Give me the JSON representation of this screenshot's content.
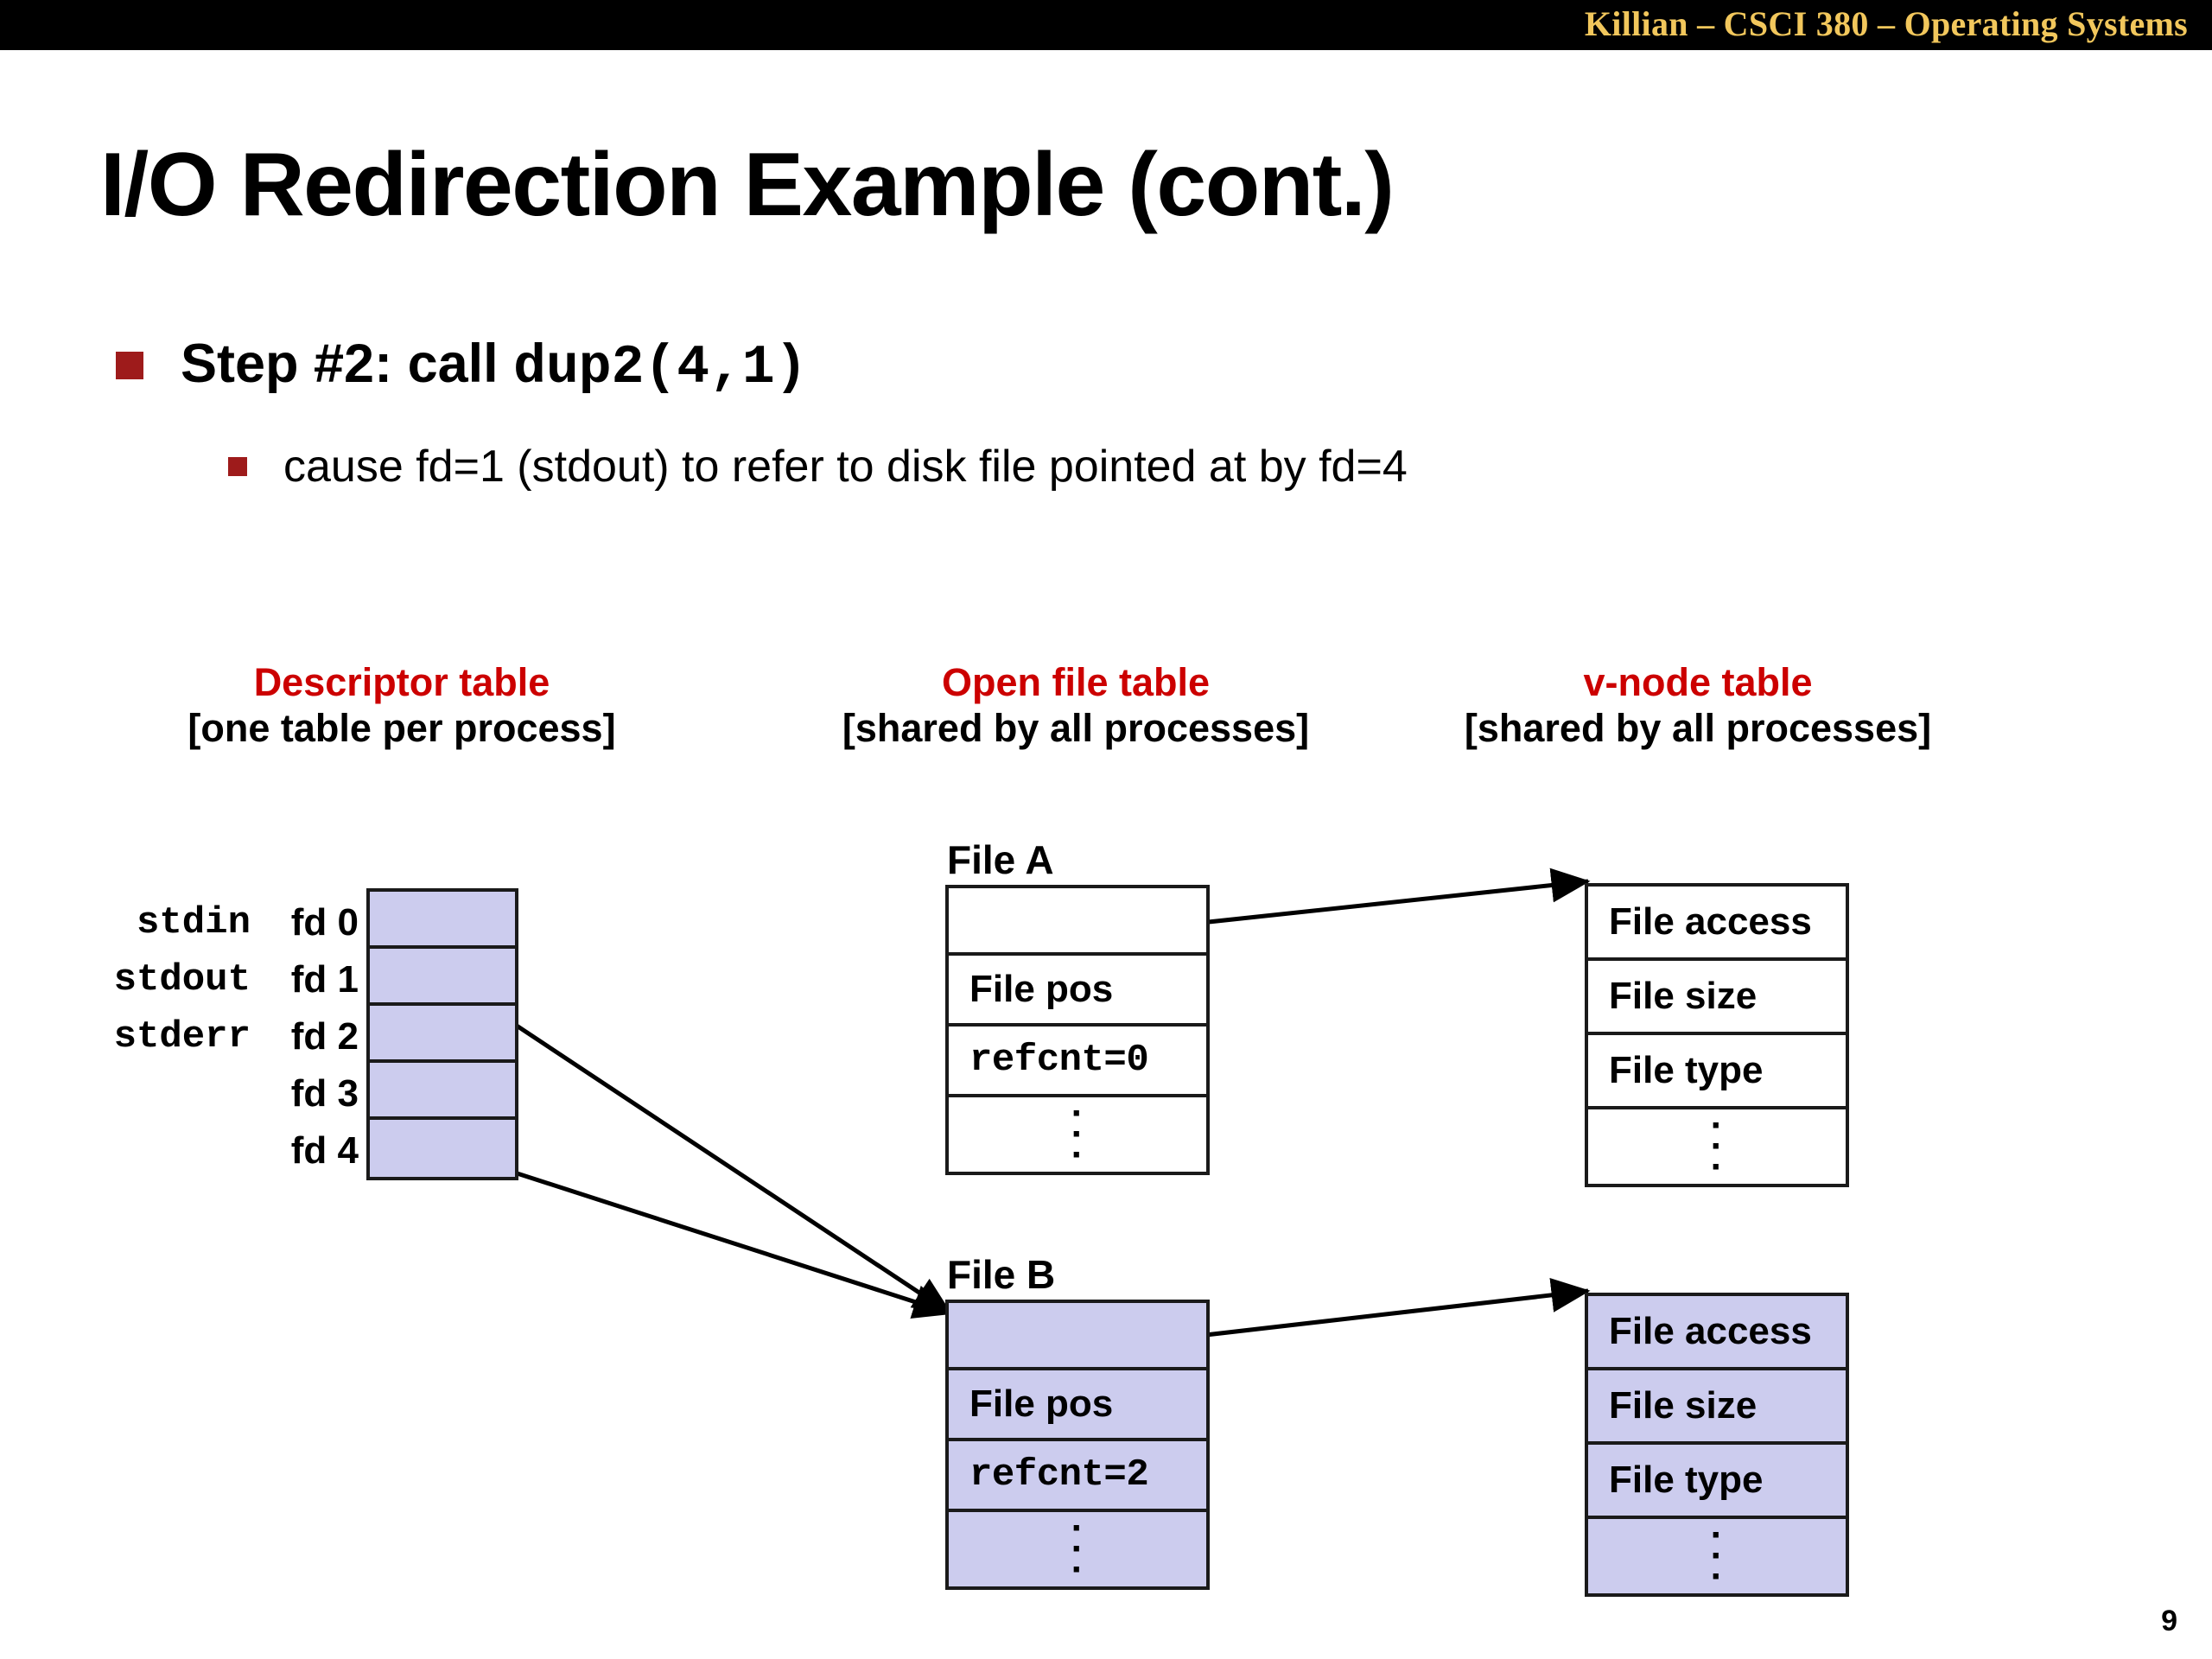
{
  "header": {
    "course_line": "Killian – CSCI 380 – Operating Systems",
    "banner_color": "#000000",
    "text_color": "#f2c75c"
  },
  "title": "I/O Redirection Example (cont.)",
  "bullets": {
    "level1": {
      "prefix": "Step #2: call ",
      "code": "dup2(4,1)",
      "bullet_color": "#9e1b1b"
    },
    "level2": {
      "text": "cause fd=1 (stdout) to refer to disk file pointed at by fd=4",
      "bullet_color": "#9e1b1b"
    }
  },
  "columns": [
    {
      "id": "descriptor",
      "title": "Descriptor table",
      "subtitle": "[one table per process]",
      "title_color": "#cc0000"
    },
    {
      "id": "openfile",
      "title": "Open file table",
      "subtitle": "[shared by all processes]",
      "title_color": "#cc0000"
    },
    {
      "id": "vnode",
      "title": "v-node table",
      "subtitle": "[shared by all processes]",
      "title_color": "#cc0000"
    }
  ],
  "descriptor_table": {
    "fill_color": "#ccccee",
    "stream_labels": [
      "stdin",
      "stdout",
      "stderr",
      "",
      ""
    ],
    "fd_labels": [
      "fd 0",
      "fd 1",
      "fd 2",
      "fd 3",
      "fd 4"
    ],
    "cells": [
      "",
      "",
      "",
      "",
      ""
    ]
  },
  "open_file_tables": [
    {
      "caption": "File A",
      "fill_color": "#ffffff",
      "rows": [
        {
          "label": "",
          "mono": false
        },
        {
          "label": "File pos",
          "mono": false
        },
        {
          "label": "refcnt=0",
          "mono": true
        },
        {
          "label": "dots",
          "mono": false
        }
      ]
    },
    {
      "caption": "File B",
      "fill_color": "#ccccee",
      "rows": [
        {
          "label": "",
          "mono": false
        },
        {
          "label": "File pos",
          "mono": false
        },
        {
          "label": "refcnt=2",
          "mono": true
        },
        {
          "label": "dots",
          "mono": false
        }
      ]
    }
  ],
  "vnode_tables": [
    {
      "fill_color": "#ffffff",
      "rows": [
        "File access",
        "File size",
        "File type",
        "dots"
      ]
    },
    {
      "fill_color": "#ccccee",
      "rows": [
        "File access",
        "File size",
        "File type",
        "dots"
      ]
    }
  ],
  "page_number": "9",
  "dots_glyph": "⋮"
}
